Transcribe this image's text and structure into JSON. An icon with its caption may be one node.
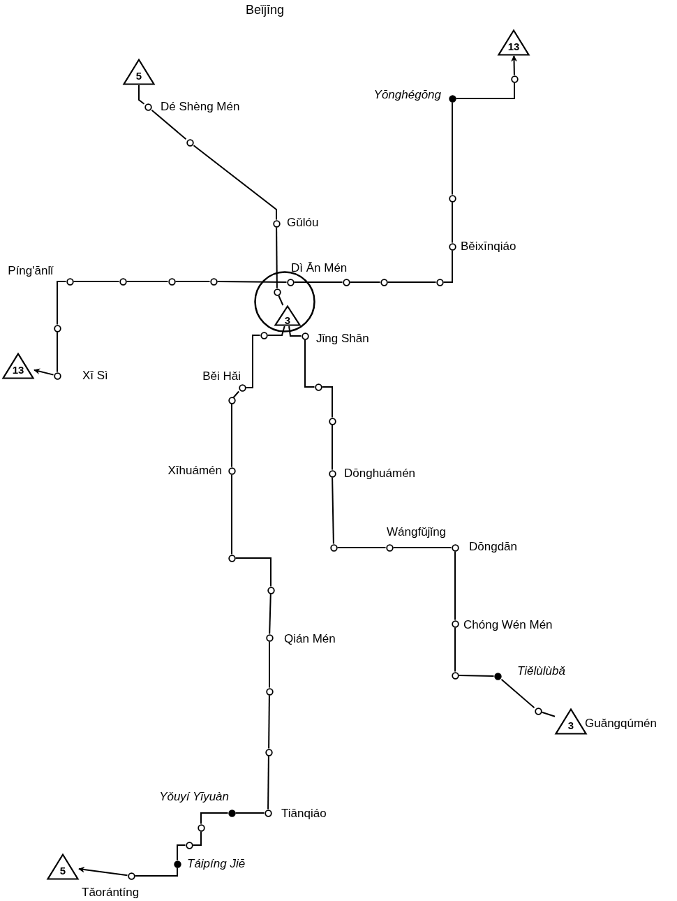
{
  "diagram": {
    "title": "Beǐjīng",
    "nodes": [
      {
        "text": [
          "5"
        ]
      },
      {
        "text": [],
        "shape": "circle",
        "beside": [
          "Dé Shèng Mén"
        ]
      },
      {
        "text": [],
        "shape": "circle"
      },
      {
        "text": [],
        "shape": "circle",
        "beside": [
          "Gǔlóu"
        ]
      },
      {
        "text": [],
        "shape": "circle"
      },
      {
        "text": [],
        "shape": "circle",
        "in": 4
      },
      {
        "text": [
          "3"
        ],
        "in": 4
      },
      {
        "text": [
          "13"
        ]
      },
      {
        "text": [],
        "shape": "circle",
        "beside": [
          "Xī Sì"
        ]
      },
      {
        "text": [],
        "shape": "circle"
      },
      {
        "text": [],
        "shape": "circle",
        "beside": [
          "Píng'ānlǐ"
        ]
      },
      {
        "text": [],
        "shape": "circle"
      },
      {
        "text": [],
        "shape": "circle"
      },
      {
        "text": [],
        "shape": "circle"
      },
      {
        "text": [],
        "shape": "circle",
        "beside": [
          "Dì Ān Mén"
        ],
        "in": 4
      },
      {
        "text": [],
        "shape": "circle"
      },
      {
        "text": [],
        "shape": "circle"
      },
      {
        "text": [],
        "shape": "circle"
      },
      {
        "text": [],
        "shape": "circle",
        "beside": [
          "Běixīnqiáo"
        ]
      },
      {
        "text": [],
        "shape": "circle"
      },
      {
        "text": [],
        "shape": "dot",
        "beside": [
          "Yōnghégōng"
        ]
      },
      {
        "text": [],
        "shape": "circle"
      },
      {
        "text": [
          "13"
        ]
      },
      {
        "text": [],
        "shape": "circle",
        "beside": [
          "Jǐng Shān"
        ]
      },
      {
        "text": [],
        "shape": "circle"
      },
      {
        "text": [],
        "shape": "circle"
      },
      {
        "text": [],
        "shape": "circle",
        "beside": [
          "Dōnghuámén"
        ]
      },
      {
        "text": [],
        "shape": "circle"
      },
      {
        "text": [],
        "shape": "circle",
        "beside": [
          "Wángfǔjǐng"
        ]
      },
      {
        "text": [],
        "shape": "circle",
        "beside": [
          "Dōngdān"
        ]
      },
      {
        "text": [],
        "shape": "circle",
        "beside": [
          "Chóng Wén Mén"
        ]
      },
      {
        "text": [],
        "shape": "circle"
      },
      {
        "text": [],
        "shape": "dot",
        "beside": [
          "Tiělùlùbǎ"
        ]
      },
      {
        "text": [],
        "shape": "circle"
      },
      {
        "text": [
          "3"
        ],
        "beside": [
          "Guǎngqúmén"
        ]
      },
      {
        "text": [],
        "shape": "circle"
      },
      {
        "text": [],
        "shape": "circle",
        "beside": [
          "Běi Hǎi"
        ]
      },
      {
        "text": [],
        "shape": "circle"
      },
      {
        "text": [],
        "shape": "circle",
        "beside": [
          "Xīhuámén"
        ]
      },
      {
        "text": [],
        "shape": "circle"
      },
      {
        "text": [],
        "shape": "circle"
      },
      {
        "text": [],
        "shape": "circle",
        "beside": [
          "Qián Mén"
        ]
      },
      {
        "text": [],
        "shape": "circle"
      },
      {
        "text": [],
        "shape": "circle"
      },
      {
        "text": [],
        "shape": "circle",
        "beside": [
          "Tiānqiáo"
        ]
      },
      {
        "text": [],
        "shape": "dot",
        "beside": [
          "Yǒuyí Yīyuàn"
        ]
      },
      {
        "text": [],
        "shape": "circle"
      },
      {
        "text": [],
        "shape": "circle"
      },
      {
        "text": [],
        "shape": "dot",
        "beside": [
          "Táipíng Jiē"
        ]
      },
      {
        "text": [],
        "shape": "circle"
      },
      {
        "text": [
          "5"
        ],
        "beside": [
          "Tǎorántíng"
        ]
      }
    ],
    "edges": [
      {
        "from": 0,
        "to": 1,
        "arrow": "none"
      },
      {
        "from": 1,
        "to": 2,
        "arrow": "none"
      },
      {
        "from": 2,
        "to": 3,
        "arrow": "none"
      },
      {
        "from": 3,
        "to": 5,
        "arrow": "none"
      },
      {
        "from": 5,
        "to": 6,
        "arrow": "none"
      },
      {
        "from": 6,
        "to": 35,
        "arrow": "none"
      },
      {
        "from": 35,
        "to": 36,
        "arrow": "none"
      },
      {
        "from": 36,
        "to": 37,
        "arrow": "none"
      },
      {
        "from": 37,
        "to": 38,
        "arrow": "none"
      },
      {
        "from": 38,
        "to": 39,
        "arrow": "none"
      },
      {
        "from": 39,
        "to": 40,
        "arrow": "none"
      },
      {
        "from": 40,
        "to": 41,
        "arrow": "none"
      },
      {
        "from": 41,
        "to": 42,
        "arrow": "none"
      },
      {
        "from": 42,
        "to": 43,
        "arrow": "none"
      },
      {
        "from": 43,
        "to": 44,
        "arrow": "none"
      },
      {
        "from": 44,
        "to": 45,
        "arrow": "none"
      },
      {
        "from": 45,
        "to": 46,
        "arrow": "none"
      },
      {
        "from": 46,
        "to": 47,
        "arrow": "none"
      },
      {
        "from": 47,
        "to": 48,
        "arrow": "none"
      },
      {
        "from": 48,
        "to": 49,
        "arrow": "none"
      },
      {
        "from": 49,
        "to": 50,
        "arrow": "to"
      },
      {
        "from": 6,
        "to": 23,
        "arrow": "none"
      },
      {
        "from": 23,
        "to": 24,
        "arrow": "none"
      },
      {
        "from": 24,
        "to": 25,
        "arrow": "none"
      },
      {
        "from": 25,
        "to": 26,
        "arrow": "none"
      },
      {
        "from": 26,
        "to": 27,
        "arrow": "none"
      },
      {
        "from": 27,
        "to": 28,
        "arrow": "none"
      },
      {
        "from": 28,
        "to": 29,
        "arrow": "none"
      },
      {
        "from": 29,
        "to": 30,
        "arrow": "none"
      },
      {
        "from": 30,
        "to": 31,
        "arrow": "none"
      },
      {
        "from": 31,
        "to": 32,
        "arrow": "none"
      },
      {
        "from": 32,
        "to": 33,
        "arrow": "none"
      },
      {
        "from": 33,
        "to": 34,
        "arrow": "none"
      },
      {
        "from": 8,
        "to": 7,
        "arrow": "to"
      },
      {
        "from": 9,
        "to": 8,
        "arrow": "none"
      },
      {
        "from": 10,
        "to": 9,
        "arrow": "none"
      },
      {
        "from": 10,
        "to": 11,
        "arrow": "none"
      },
      {
        "from": 11,
        "to": 12,
        "arrow": "none"
      },
      {
        "from": 12,
        "to": 13,
        "arrow": "none"
      },
      {
        "from": 13,
        "to": 14,
        "arrow": "none"
      },
      {
        "from": 14,
        "to": 15,
        "arrow": "none"
      },
      {
        "from": 15,
        "to": 16,
        "arrow": "none"
      },
      {
        "from": 16,
        "to": 17,
        "arrow": "none"
      },
      {
        "from": 17,
        "to": 18,
        "arrow": "none"
      },
      {
        "from": 18,
        "to": 19,
        "arrow": "none"
      },
      {
        "from": 19,
        "to": 20,
        "arrow": "none"
      },
      {
        "from": 20,
        "to": 21,
        "arrow": "none"
      },
      {
        "from": 21,
        "to": 22,
        "arrow": "to"
      }
    ]
  }
}
